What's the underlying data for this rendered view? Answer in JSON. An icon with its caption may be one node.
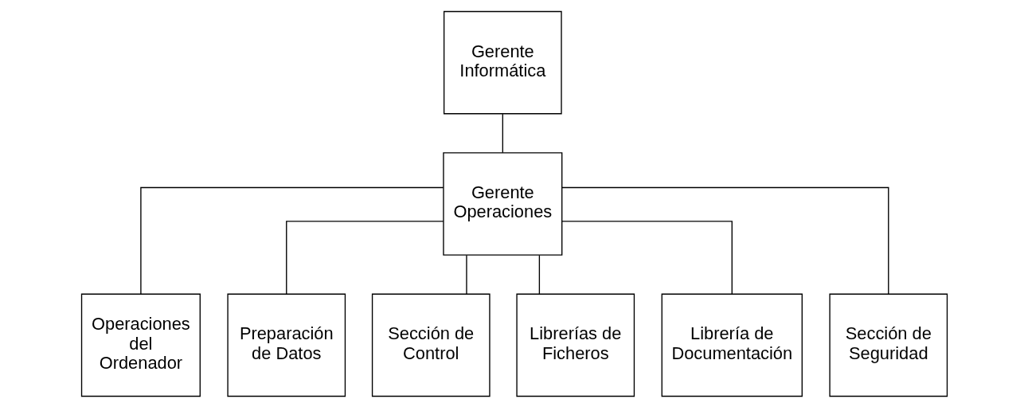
{
  "diagram": {
    "nodes": [
      {
        "text": [
          "Gerente Informática"
        ]
      },
      {
        "text": [
          "Gerente Operaciones"
        ]
      },
      {
        "text": [
          "Operaciones del Ordenador"
        ]
      },
      {
        "text": [
          "Preparación de Datos"
        ]
      },
      {
        "text": [
          "Sección de Control"
        ]
      },
      {
        "text": [
          "Librerías de Ficheros"
        ]
      },
      {
        "text": [
          "Librería de Documentación"
        ]
      },
      {
        "text": [
          "Sección de Seguridad"
        ]
      }
    ],
    "edges": [
      {
        "from": 0,
        "to": 1,
        "arrow": "none"
      },
      {
        "from": 1,
        "to": 2,
        "arrow": "none"
      },
      {
        "from": 1,
        "to": 3,
        "arrow": "none"
      },
      {
        "from": 1,
        "to": 4,
        "arrow": "none"
      },
      {
        "from": 1,
        "to": 5,
        "arrow": "none"
      },
      {
        "from": 1,
        "to": 6,
        "arrow": "none"
      },
      {
        "from": 1,
        "to": 7,
        "arrow": "none"
      }
    ]
  }
}
